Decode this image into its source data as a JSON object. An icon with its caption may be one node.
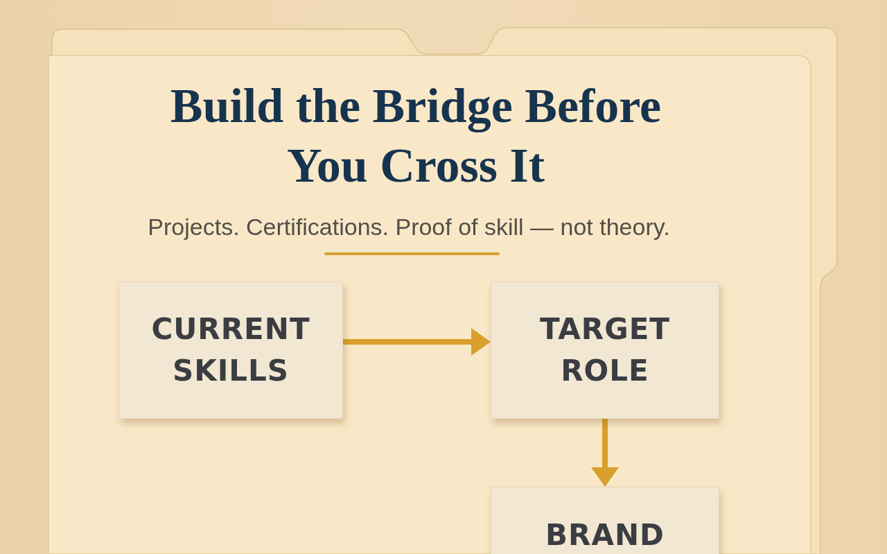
{
  "diagram": {
    "title": "Build the Bridge Before You Cross It",
    "nodes": [
      {
        "text": [
          "CURRENT SKILLS"
        ]
      },
      {
        "text": [
          "TARGET ROLE"
        ]
      },
      {
        "text": [
          "BRAND"
        ]
      }
    ],
    "edges": [
      {
        "from": 0,
        "to": 1,
        "arrow": "to"
      },
      {
        "from": 1,
        "to": 2,
        "arrow": "to"
      }
    ],
    "labels": [
      "Projects. Certifications. Proof of skill — not theory."
    ]
  }
}
